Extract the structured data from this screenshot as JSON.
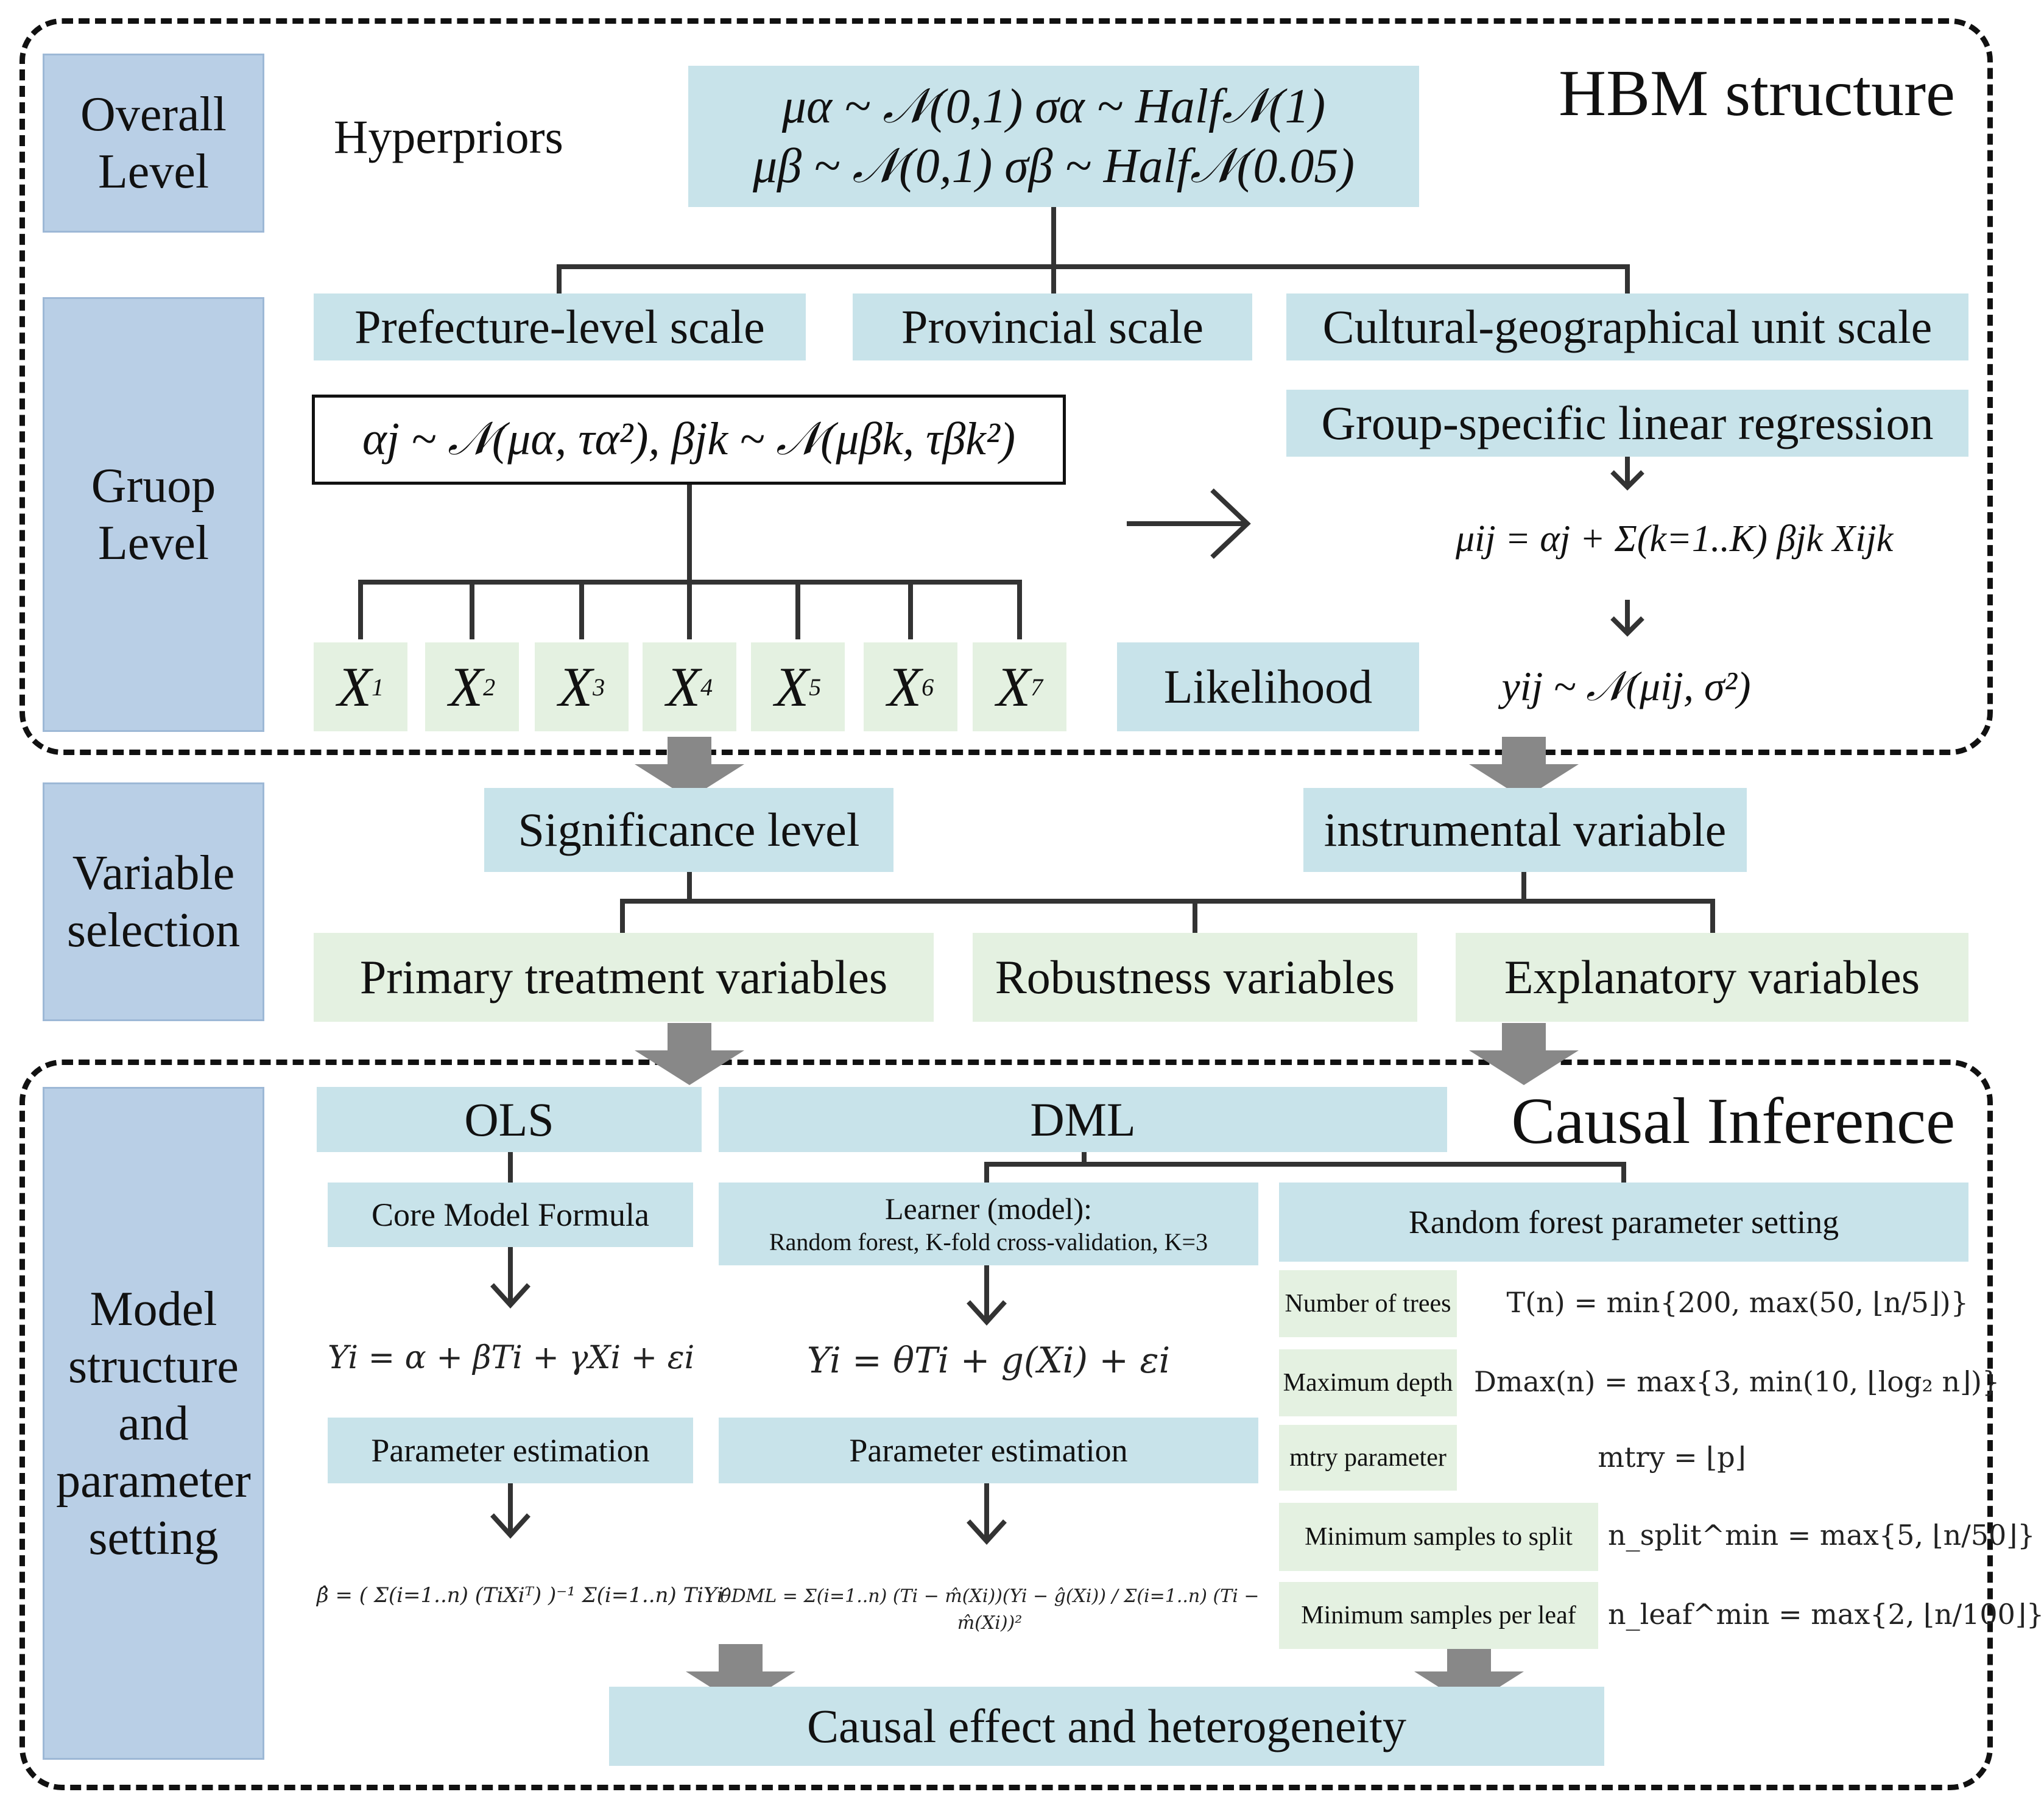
{
  "sections": {
    "hbm_title": "HBM structure",
    "causal_title": "Causal Inference"
  },
  "side_labels": {
    "overall": "Overall\nLevel",
    "group": "Gruop\nLevel",
    "variable": "Variable\nselection",
    "model": "Model\nstructure\nand\nparameter\nsetting"
  },
  "hbm": {
    "hyperpriors_label": "Hyperpriors",
    "hyperprior_line1": "μα ~ 𝒩(0,1)   σα ~ Half𝒩(1)",
    "hyperprior_line2": "μβ ~ 𝒩(0,1)   σβ ~ Half𝒩(0.05)",
    "scales": [
      "Prefecture-level scale",
      "Provincial scale",
      "Cultural-geographical unit scale"
    ],
    "group_prior": "αj ~ 𝒩(μα, τα²),   βjk ~ 𝒩(μβk, τβk²)",
    "regression_label": "Group-specific linear regression",
    "regression_formula": "μij = αj + Σ(k=1..K) βjk Xijk",
    "likelihood_label": "Likelihood",
    "likelihood_formula": "yij ~ 𝒩(μij, σ²)",
    "variables": [
      {
        "base": "X",
        "sub": "1"
      },
      {
        "base": "X",
        "sub": "2"
      },
      {
        "base": "X",
        "sub": "3"
      },
      {
        "base": "X",
        "sub": "4"
      },
      {
        "base": "X",
        "sub": "5"
      },
      {
        "base": "X",
        "sub": "6"
      },
      {
        "base": "X",
        "sub": "7"
      }
    ]
  },
  "selection": {
    "significance": "Significance level",
    "instrumental": "instrumental variable",
    "primary": "Primary treatment variables",
    "robustness": "Robustness variables",
    "explanatory": "Explanatory variables"
  },
  "causal": {
    "ols_label": "OLS",
    "dml_label": "DML",
    "core_model": "Core Model Formula",
    "learner_line1": "Learner (model):",
    "learner_line2": "Random forest, K-fold cross-validation, K=3",
    "rf_setting": "Random forest parameter setting",
    "ols_formula": "Yi = α + βTi + γXi + εi",
    "dml_formula": "Yi = θTi + g(Xi) + εi",
    "param_estimation": "Parameter estimation",
    "ols_estimator": "β̂ = ( Σ(i=1..n) (TiXiᵀ) )⁻¹ Σ(i=1..n) TiYi",
    "dml_estimator": "θ̂DML = Σ(i=1..n) (Ti − m̂(Xi))(Yi − ĝ(Xi)) / Σ(i=1..n) (Ti − m̂(Xi))²",
    "rf_params": [
      {
        "name": "Number of trees",
        "formula": "T(n) = min{200, max(50, ⌊n/5⌋)}"
      },
      {
        "name": "Maximum depth",
        "formula": "Dmax(n) = max{3, min(10, ⌊log₂ n⌋)}"
      },
      {
        "name": "mtry parameter",
        "formula": "mtry = ⌊p⌋"
      },
      {
        "name": "Minimum samples to split",
        "formula": "n_split^min = max{5, ⌊n/50⌋}"
      },
      {
        "name": "Minimum samples per leaf",
        "formula": "n_leaf^min = max{2, ⌊n/100⌋}"
      }
    ],
    "result": "Causal effect and heterogeneity"
  },
  "colors": {
    "blue_box": "#c8e3ea",
    "green_box": "#e4f1e1",
    "side_box": "#b9cfe6",
    "arrow_grey": "#888888"
  }
}
